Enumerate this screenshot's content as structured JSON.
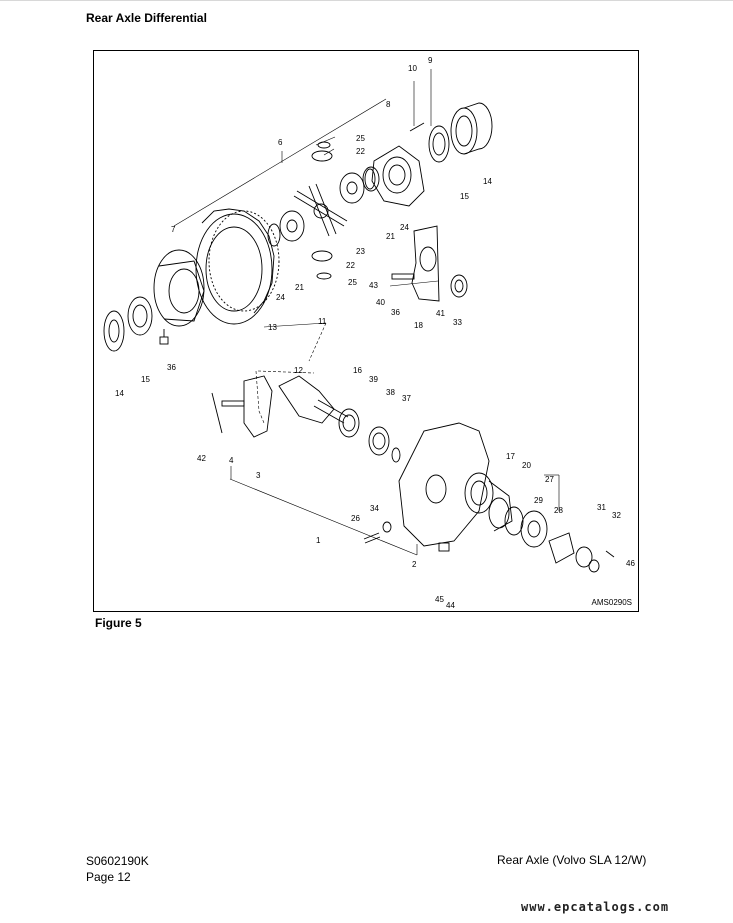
{
  "page": {
    "title": "Rear Axle Differential",
    "figure_caption": "Figure 5",
    "figure_code": "AMS0290S",
    "doc_number": "S0602190K",
    "page_label": "Page 12",
    "footer_title": "Rear Axle (Volvo SLA 12/W)",
    "watermark": "www.epcatalogs.com"
  },
  "diagram": {
    "callouts": [
      "10",
      "9",
      "8",
      "6",
      "25",
      "22",
      "14",
      "15",
      "24",
      "21",
      "7",
      "23",
      "22",
      "25",
      "24",
      "21",
      "43",
      "40",
      "36",
      "41",
      "33",
      "18",
      "13",
      "11",
      "14",
      "15",
      "36",
      "12",
      "16",
      "39",
      "38",
      "37",
      "42",
      "4",
      "3",
      "17",
      "20",
      "27",
      "29",
      "28",
      "31",
      "32",
      "46",
      "34",
      "26",
      "1",
      "2",
      "45",
      "44"
    ]
  }
}
